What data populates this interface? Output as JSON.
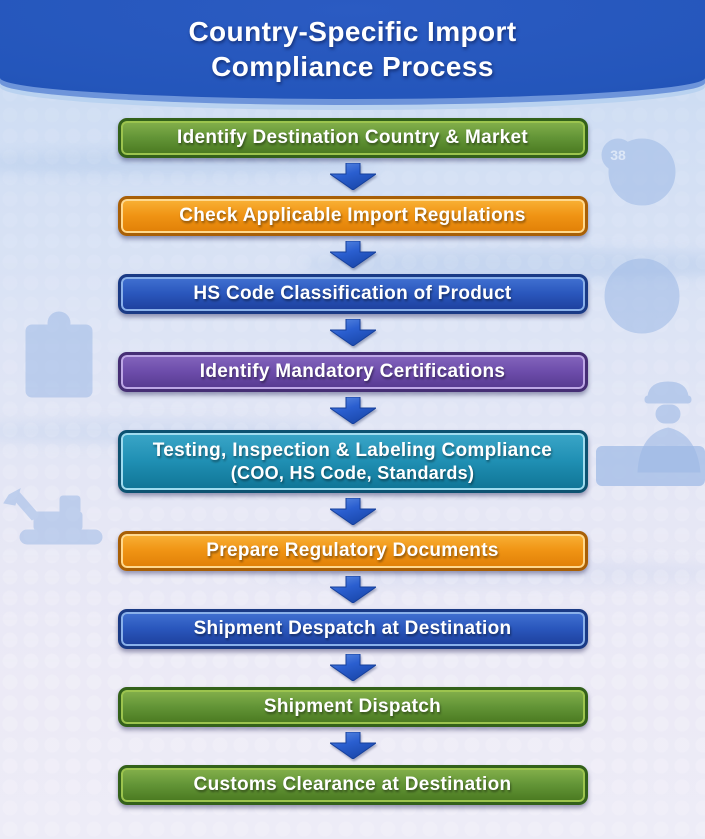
{
  "header": {
    "title_line1": "Country-Specific Import",
    "title_line2": "Compliance Process"
  },
  "steps": [
    {
      "label": "Identify Destination Country & Market",
      "color": "green"
    },
    {
      "label": "Check Applicable Import Regulations",
      "color": "orange"
    },
    {
      "label": "HS Code Classification of Product",
      "color": "blue"
    },
    {
      "label": "Identify Mandatory Certifications",
      "color": "purple"
    },
    {
      "label": "Testing, Inspection & Labeling Compliance",
      "sublabel": "(COO, HS Code, Standards)",
      "color": "teal"
    },
    {
      "label": "Prepare Regulatory Documents",
      "color": "orange"
    },
    {
      "label": "Shipment Despatch at Destination",
      "color": "blue"
    },
    {
      "label": "Shipment Dispatch",
      "color": "green"
    },
    {
      "label": "Customs Clearance at Destination",
      "color": "green"
    }
  ],
  "watermarks": {
    "globe_badge_number": "38",
    "icons": [
      "globe-badge-icon",
      "globe-icon",
      "clipboard-icon",
      "excavator-icon",
      "customs-officer-icon",
      "cargo-container-icon"
    ]
  },
  "palette": {
    "header_top": "#2b5bc2",
    "header_main": "#2456bb",
    "header_deep": "#1c4aa8",
    "header_band_mid": "#6d94da",
    "header_band_light": "#b9d2f0",
    "arrow_stroke": "#16409c",
    "arrow_g1": "#5d8ce2",
    "arrow_g2": "#2a5ecf",
    "arrow_g3": "#1a48ac",
    "green": {
      "dark": "#33611a",
      "light": "#9cc44e",
      "g1": "#85b14c",
      "g2": "#639537",
      "g3": "#49781f"
    },
    "orange": {
      "dark": "#a85f06",
      "light": "#ffd98e",
      "g1": "#f9b237",
      "g2": "#f09414",
      "g3": "#e07f06"
    },
    "blue": {
      "dark": "#1a3a85",
      "light": "#8ab1ea",
      "g1": "#4272d2",
      "g2": "#2a57bd",
      "g3": "#1d3f9b"
    },
    "purple": {
      "dark": "#452e74",
      "light": "#bda7e6",
      "g1": "#8566bd",
      "g2": "#6d4dab",
      "g3": "#56398f"
    },
    "teal": {
      "dark": "#0d5271",
      "light": "#9fdcef",
      "g1": "#3ba6c8",
      "g2": "#2090b4",
      "g3": "#0f7495"
    }
  }
}
